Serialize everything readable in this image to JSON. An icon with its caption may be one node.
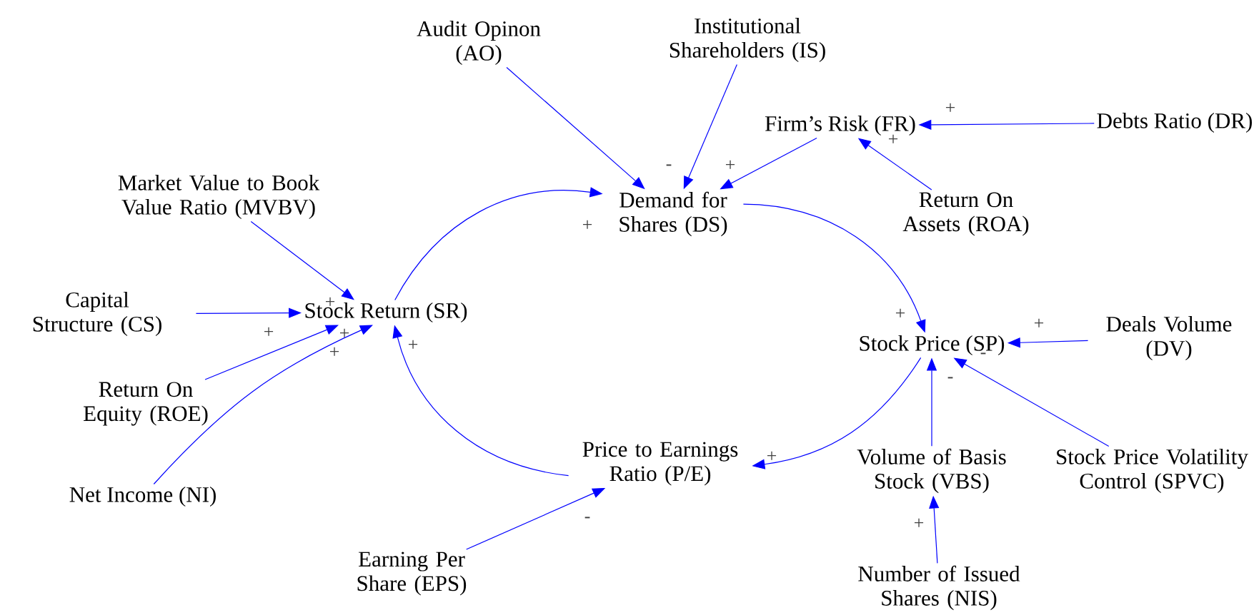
{
  "diagram": {
    "nodes": [
      {
        "text": [
          "Audit Opinon (AO)"
        ]
      },
      {
        "text": [
          "Institutional Shareholders (IS)"
        ]
      },
      {
        "text": [
          "Market Value to Book Value Ratio (MVBV)"
        ]
      },
      {
        "text": [
          "Demand for Shares (DS)"
        ]
      },
      {
        "text": [
          "Firm’s Risk (FR)"
        ]
      },
      {
        "text": [
          "Debts Ratio (DR)"
        ]
      },
      {
        "text": [
          "Return On Assets (ROA)"
        ]
      },
      {
        "text": [
          "Capital Structure (CS)"
        ]
      },
      {
        "text": [
          "Stock Return (SR)"
        ]
      },
      {
        "text": [
          "Stock Price (SP)"
        ]
      },
      {
        "text": [
          "Deals Volume (DV)"
        ]
      },
      {
        "text": [
          "Return On Equity (ROE)"
        ]
      },
      {
        "text": [
          "Price to Earnings Ratio (P/E)"
        ]
      },
      {
        "text": [
          "Volume of Basis Stock (VBS)"
        ]
      },
      {
        "text": [
          "Stock Price Volatility Control (SPVC)"
        ]
      },
      {
        "text": [
          "Net Income (NI)"
        ]
      },
      {
        "text": [
          "Earning Per Share (EPS)"
        ]
      },
      {
        "text": [
          "Number of Issued Shares (NIS)"
        ]
      }
    ],
    "edges": [
      {
        "from": 0,
        "to": 3,
        "arrow": "to"
      },
      {
        "from": 1,
        "to": 3,
        "arrow": "to",
        "label": "-"
      },
      {
        "from": 4,
        "to": 3,
        "arrow": "to",
        "label": "+"
      },
      {
        "from": 5,
        "to": 4,
        "arrow": "to",
        "label": "+"
      },
      {
        "from": 6,
        "to": 4,
        "arrow": "to",
        "label": "+"
      },
      {
        "from": 2,
        "to": 8,
        "arrow": "to",
        "label": "+"
      },
      {
        "from": 8,
        "to": 3,
        "arrow": "to",
        "label": "+"
      },
      {
        "from": 3,
        "to": 9,
        "arrow": "to",
        "label": "+"
      },
      {
        "from": 7,
        "to": 8,
        "arrow": "to",
        "label": "+"
      },
      {
        "from": 11,
        "to": 8,
        "arrow": "to",
        "label": "+"
      },
      {
        "from": 15,
        "to": 8,
        "arrow": "to",
        "label": "+"
      },
      {
        "from": 12,
        "to": 8,
        "arrow": "to",
        "label": "+"
      },
      {
        "from": 10,
        "to": 9,
        "arrow": "to",
        "label": "+"
      },
      {
        "from": 9,
        "to": 12,
        "arrow": "to",
        "label": "+"
      },
      {
        "from": 13,
        "to": 9,
        "arrow": "to",
        "label": "-"
      },
      {
        "from": 14,
        "to": 9,
        "arrow": "to",
        "label": "-"
      },
      {
        "from": 16,
        "to": 12,
        "arrow": "to",
        "label": "-"
      },
      {
        "from": 17,
        "to": 13,
        "arrow": "to",
        "label": "+"
      }
    ]
  }
}
